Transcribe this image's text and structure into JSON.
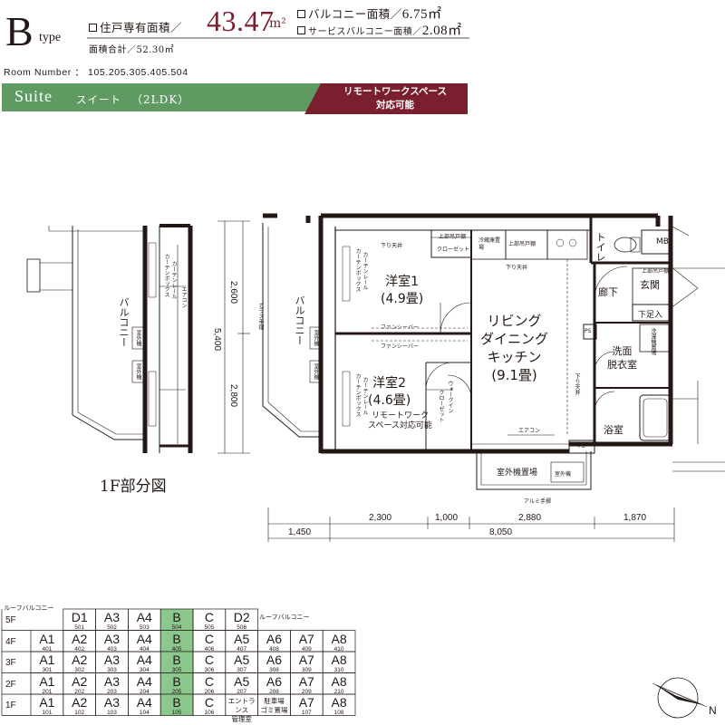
{
  "header": {
    "type_letter": "B",
    "type_word": "type",
    "private_area_label": "住戸専有面積／",
    "private_area_value": "43.47",
    "area_unit": "m²",
    "balcony_label": "バルコニー面積／",
    "balcony_value": "6.75㎡",
    "service_balcony_label": "サービスバルコニー面積／",
    "service_balcony_value": "2.08㎡",
    "total_label": "面積合計／52.30㎡",
    "room_number": "Room Number ： 105.205.305.405.504",
    "suite_title": "Suite",
    "suite_kana": "スイート",
    "suite_ldk": "（2LDK）",
    "remote_line1": "リモートワークスペース",
    "remote_line2": "対応可能",
    "colors": {
      "green": "#5f9a63",
      "maroon": "#7a1f2d",
      "highlight": "#8cc78e"
    }
  },
  "plan": {
    "western1": "洋室1",
    "western1_size": "(4.9畳)",
    "western2": "洋室2",
    "western2_size": "(4.6畳)",
    "remote_note1": "リモートワーク",
    "remote_note2": "スペース対応可能",
    "ldk1": "リビング",
    "ldk2": "ダイニング",
    "ldk3": "キッチン",
    "ldk_size": "(9.1畳)",
    "corridor": "廊下",
    "entrance": "玄関",
    "shoe": "下足入",
    "washroom1": "洗面",
    "washroom2": "脱衣室",
    "bath": "浴室",
    "toilet": "トイレ",
    "mb": "MB",
    "ps1": "PS",
    "ps2": "PS",
    "closet": "クローゼット",
    "upper_closet": "上部吊戸棚",
    "fridge": "冷蔵庫置場",
    "walkin": "ウォークイン",
    "walkin_closet": "クローゼット",
    "washer": "洗濯機置場",
    "outdoor_unit_area": "室外機置場",
    "outdoor_unit": "室外機",
    "balcony": "バルコニー",
    "balcony_left": "バルコニー",
    "lower_ceiling": "下り天井",
    "fan_beam": "ファンシーバー",
    "aircon": "エアコン",
    "curtain_box": "カーテンボックス",
    "curtain_rail": "カーテンレール",
    "glass_rail": "ガラス手摺",
    "alumi_rail": "アルミ手摺",
    "part_title": "1F部分図",
    "dims_v": [
      "2,600",
      "2,800",
      "5,400"
    ],
    "dims_h_top": [
      "2,300",
      "1,000",
      "2,880",
      "1,870"
    ],
    "dims_h_bottom": [
      "1,450",
      "8,050"
    ]
  },
  "matrix": {
    "roof_balcony": "ルーフバルコニー",
    "floors": [
      "5F",
      "4F",
      "3F",
      "2F",
      "1F"
    ],
    "row5": [
      {
        "u": "D1",
        "n": "501"
      },
      {
        "u": "A3",
        "n": "502"
      },
      {
        "u": "A4",
        "n": "503"
      },
      {
        "u": "B",
        "n": "504"
      },
      {
        "u": "C",
        "n": "505"
      },
      {
        "u": "D2",
        "n": "506"
      }
    ],
    "row4": [
      {
        "u": "A1",
        "n": "401"
      },
      {
        "u": "A2",
        "n": "402"
      },
      {
        "u": "A3",
        "n": "403"
      },
      {
        "u": "A4",
        "n": "404"
      },
      {
        "u": "B",
        "n": "405"
      },
      {
        "u": "C",
        "n": "406"
      },
      {
        "u": "A5",
        "n": "407"
      },
      {
        "u": "A6",
        "n": "408"
      },
      {
        "u": "A7",
        "n": "409"
      },
      {
        "u": "A8",
        "n": "410"
      }
    ],
    "row3": [
      {
        "u": "A1",
        "n": "301"
      },
      {
        "u": "A2",
        "n": "302"
      },
      {
        "u": "A3",
        "n": "303"
      },
      {
        "u": "A4",
        "n": "304"
      },
      {
        "u": "B",
        "n": "305"
      },
      {
        "u": "C",
        "n": "306"
      },
      {
        "u": "A5",
        "n": "307"
      },
      {
        "u": "A6",
        "n": "308"
      },
      {
        "u": "A7",
        "n": "309"
      },
      {
        "u": "A8",
        "n": "310"
      }
    ],
    "row2": [
      {
        "u": "A1",
        "n": "201"
      },
      {
        "u": "A2",
        "n": "202"
      },
      {
        "u": "A3",
        "n": "203"
      },
      {
        "u": "A4",
        "n": "204"
      },
      {
        "u": "B",
        "n": "205"
      },
      {
        "u": "C",
        "n": "206"
      },
      {
        "u": "A5",
        "n": "207"
      },
      {
        "u": "A6",
        "n": "208"
      },
      {
        "u": "A7",
        "n": "209"
      },
      {
        "u": "A8",
        "n": "210"
      }
    ],
    "row1": [
      {
        "u": "A1",
        "n": "101"
      },
      {
        "u": "A2",
        "n": "102"
      },
      {
        "u": "A3",
        "n": "103"
      },
      {
        "u": "A4",
        "n": "104"
      },
      {
        "u": "B",
        "n": "105"
      },
      {
        "u": "C",
        "n": "106"
      },
      {
        "w": "エントランス\n管理室"
      },
      {
        "w": "駐車場\nゴミ置場"
      },
      {
        "u": "A7",
        "n": "107"
      },
      {
        "u": "A8",
        "n": "108"
      }
    ],
    "compass_label": "N"
  }
}
